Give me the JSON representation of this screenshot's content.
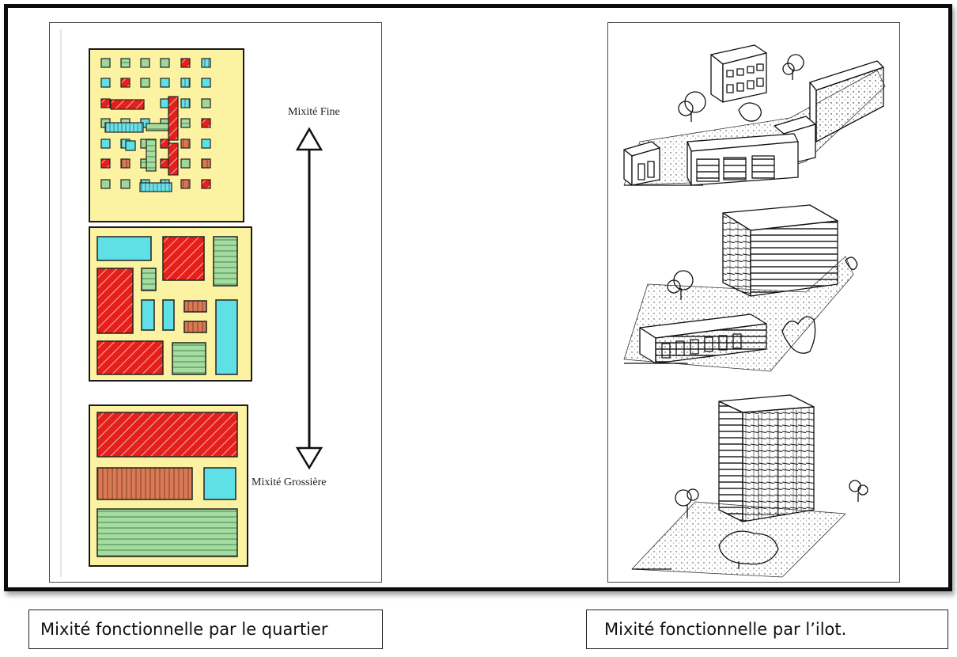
{
  "left_panel": {
    "scale_top_label": "Mixité Fine",
    "scale_bottom_label": "Mixité Grossière"
  },
  "captions": {
    "left": "Mixité fonctionnelle par le quartier",
    "right": "Mixité fonctionnelle par l’ilot."
  },
  "colors": {
    "frame": "#0b0b0b",
    "block_background": "#fbf2a2",
    "block_outline": "#1a1a1a",
    "red_use": "#e5201c",
    "cyan_use": "#5ee0e6",
    "green_use": "#9fd79a",
    "brown_use": "#d2744e"
  }
}
